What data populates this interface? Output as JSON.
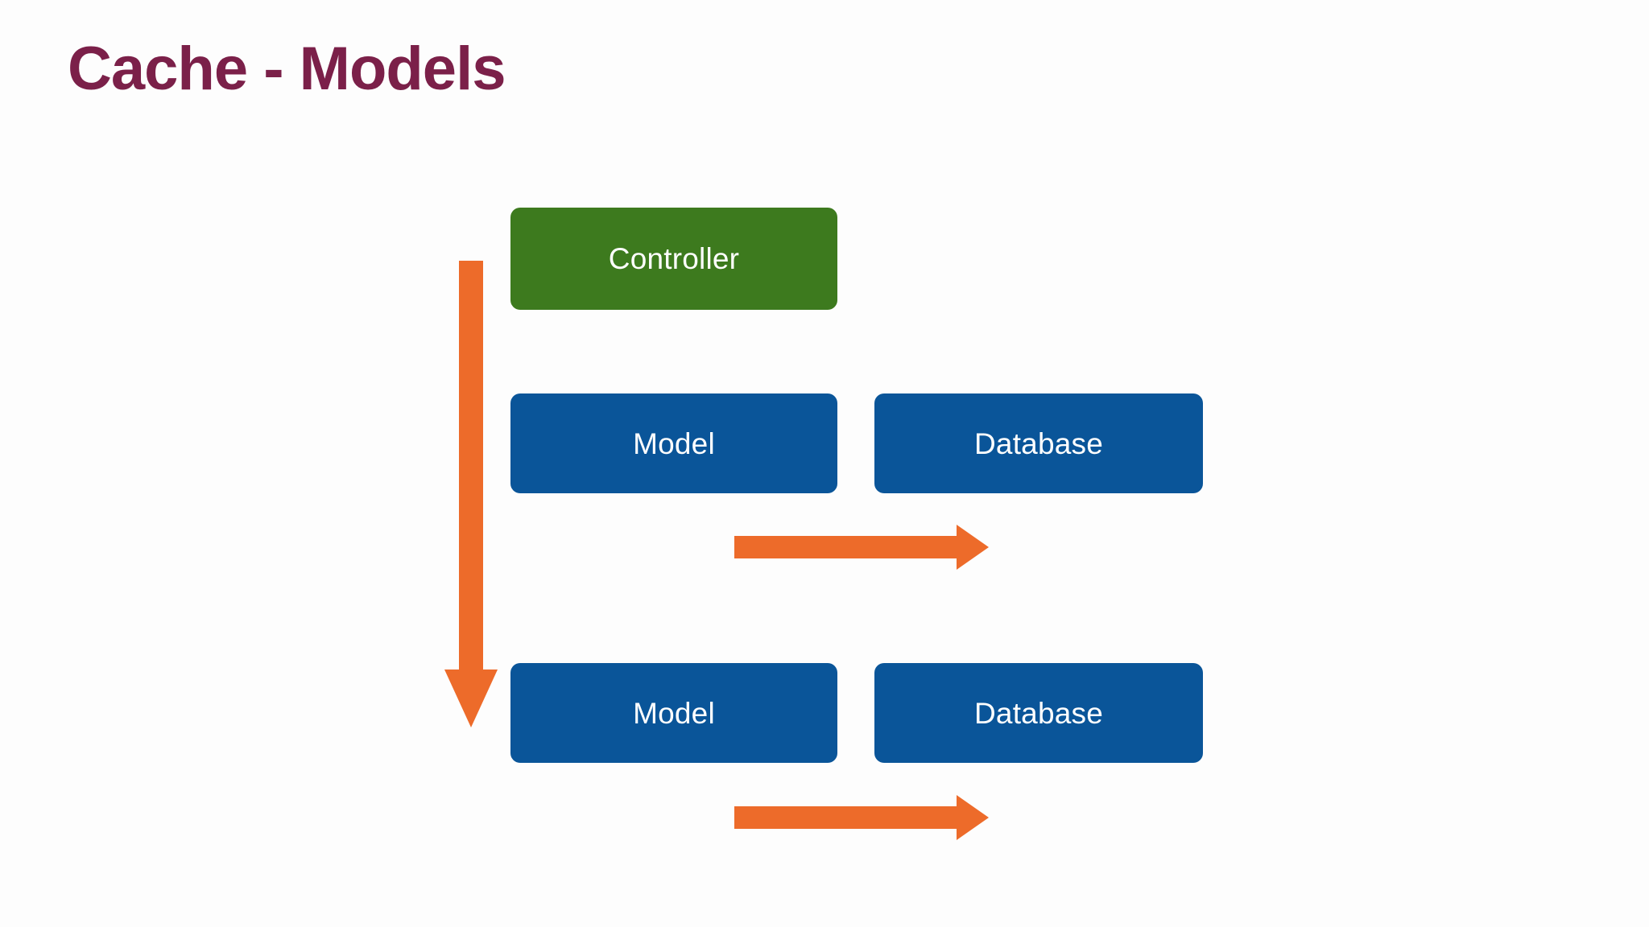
{
  "slide": {
    "title": "Cache - Models",
    "background_color": "#fdfdfd",
    "title_color": "#7b2049"
  },
  "palette": {
    "controller_green": "#3d7a1e",
    "node_blue": "#0a5599",
    "arrow_orange": "#ed6b2a",
    "label_white": "#ffffff"
  },
  "diagram": {
    "nodes": [
      {
        "id": "controller",
        "label": "Controller",
        "color": "#3d7a1e",
        "row": 1,
        "column": 1
      },
      {
        "id": "model-1",
        "label": "Model",
        "color": "#0a5599",
        "row": 2,
        "column": 1
      },
      {
        "id": "database-1",
        "label": "Database",
        "color": "#0a5599",
        "row": 2,
        "column": 2
      },
      {
        "id": "model-2",
        "label": "Model",
        "color": "#0a5599",
        "row": 3,
        "column": 1
      },
      {
        "id": "database-2",
        "label": "Database",
        "color": "#0a5599",
        "row": 3,
        "column": 2
      }
    ],
    "arrows": [
      {
        "id": "controller-to-model",
        "direction": "down",
        "color": "#ed6b2a",
        "from": "controller",
        "to": "model-2"
      },
      {
        "id": "model-to-database-1",
        "direction": "right",
        "color": "#ed6b2a",
        "from": "model-1",
        "to": "database-1"
      },
      {
        "id": "model-to-database-2",
        "direction": "right",
        "color": "#ed6b2a",
        "from": "model-2",
        "to": "database-2"
      }
    ]
  }
}
